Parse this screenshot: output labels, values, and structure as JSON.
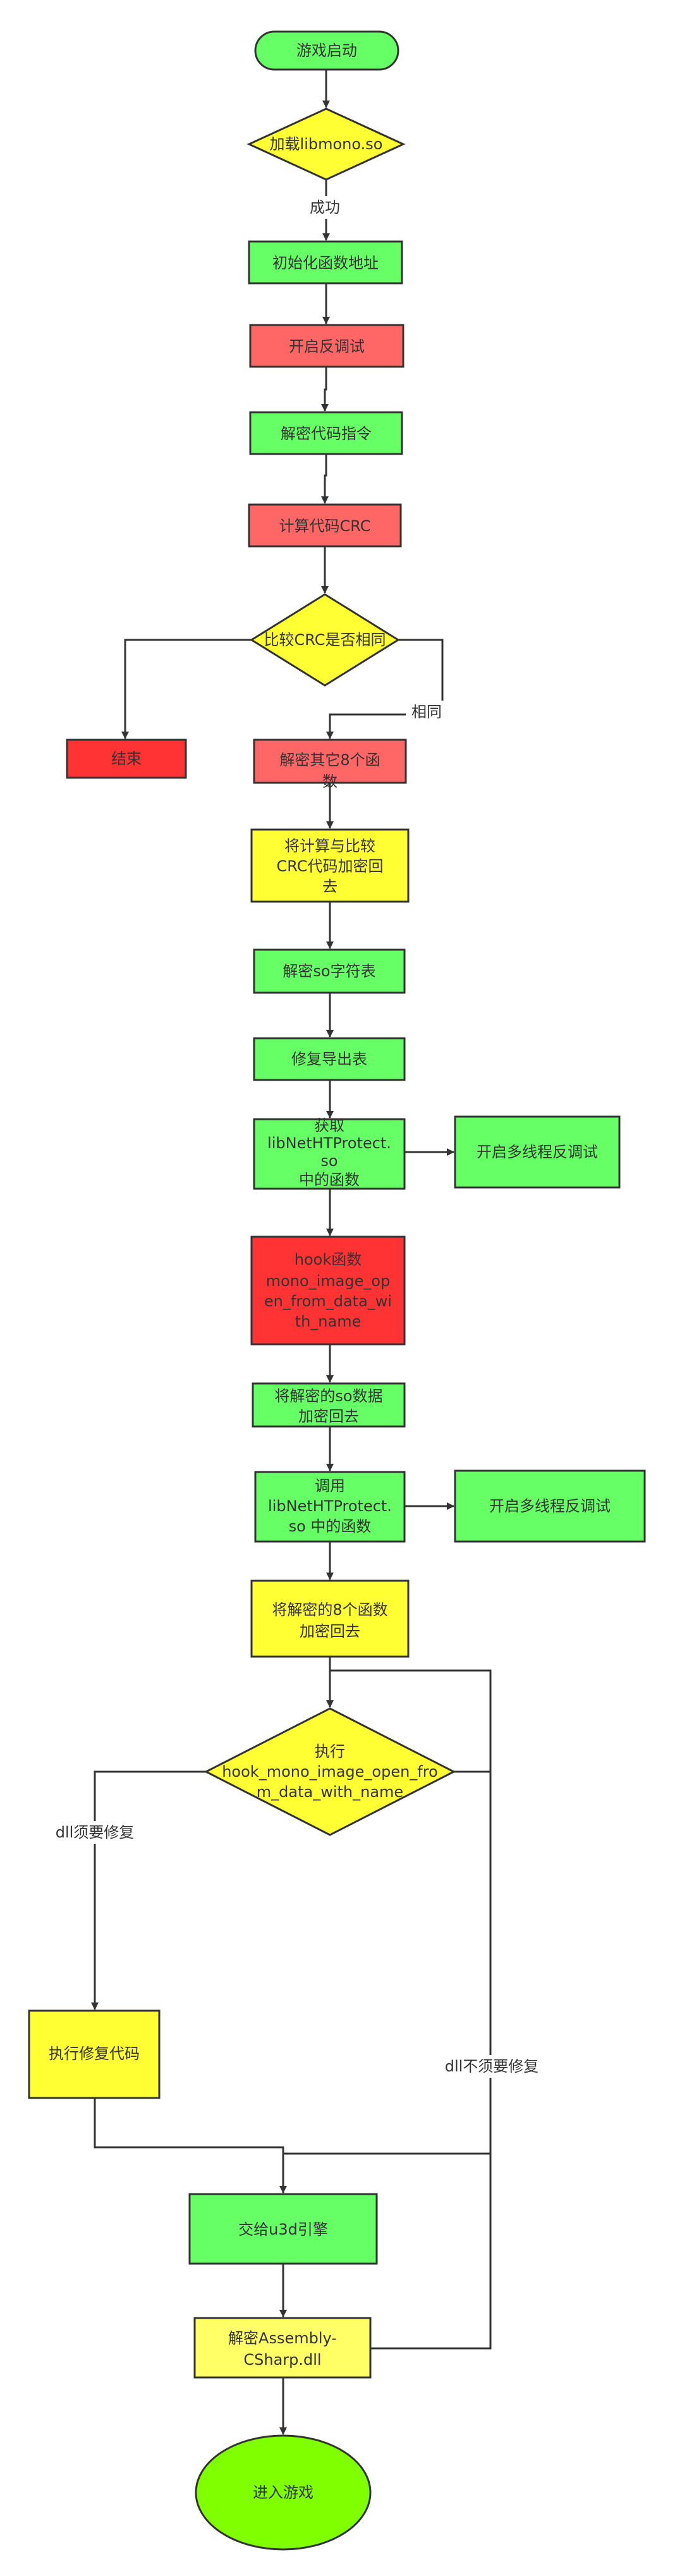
{
  "colors": {
    "green": "#66ff66",
    "yellow": "#ffff33",
    "light_red": "#ff6666",
    "red": "#ff3333",
    "lime": "#7fff00",
    "stroke": "#333333"
  },
  "nodes": {
    "start": "游戏启动",
    "load_lib": "加载libmono.so",
    "init_func": "初始化函数地址",
    "anti_debug": "开启反调试",
    "decrypt_code": "解密代码指令",
    "calc_crc": "计算代码CRC",
    "compare_crc": "比较CRC是否相同",
    "end": "结束",
    "decrypt_8": [
      "解密其它8个函",
      "数"
    ],
    "reencrypt_crc": [
      "将计算与比较",
      "CRC代码加密回",
      "去"
    ],
    "decrypt_so_str": "解密so字符表",
    "fix_export": "修复导出表",
    "get_func": [
      "获取",
      "libNetHTProtect.",
      "so",
      "中的函数"
    ],
    "mt_anti_debug_1": "开启多线程反调试",
    "hook_func": [
      "hook函数",
      "mono_image_op",
      "en_from_data_wi",
      "th_name"
    ],
    "reencrypt_so": [
      "将解密的so数据",
      "加密回去"
    ],
    "call_func": [
      "调用",
      "libNetHTProtect.",
      "so 中的函数"
    ],
    "mt_anti_debug_2": "开启多线程反调试",
    "reencrypt_8": [
      "将解密的8个函数",
      "加密回去"
    ],
    "exec_hook": [
      "执行",
      "hook_mono_image_open_fro",
      "m_data_with_name"
    ],
    "exec_fix": "执行修复代码",
    "to_u3d": "交给u3d引擎",
    "decrypt_dll": [
      "解密Assembly-",
      "CSharp.dll"
    ],
    "enter_game": "进入游戏"
  },
  "edges": {
    "success": "成功",
    "same": "相同",
    "dll_need_fix": "dll须要修复",
    "dll_no_fix": "dll不须要修复"
  }
}
